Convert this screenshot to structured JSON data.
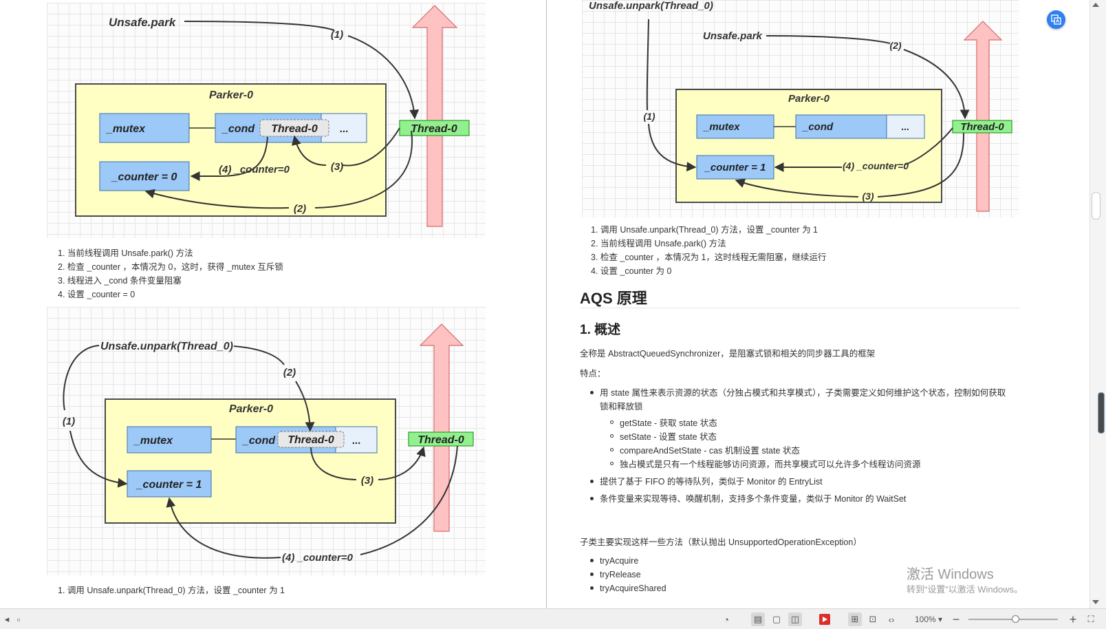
{
  "left": {
    "diagram1": {
      "park": "Unsafe.park",
      "parker": "Parker-0",
      "mutex": "_mutex",
      "cond": "_cond",
      "cond_thread": "Thread-0",
      "ellipsis": "...",
      "counter": "_counter = 0",
      "thread": "Thread-0",
      "s1": "(1)",
      "s2": "(2)",
      "s3": "(3)",
      "s4": "(4) _counter=0"
    },
    "list1": [
      "1. 当前线程调用 Unsafe.park() 方法",
      "2. 检查 _counter ，本情况为 0，这时，获得 _mutex 互斥锁",
      "3. 线程进入 _cond 条件变量阻塞",
      "4. 设置 _counter = 0"
    ],
    "diagram2": {
      "unpark": "Unsafe.unpark(Thread_0)",
      "parker": "Parker-0",
      "mutex": "_mutex",
      "cond": "_cond",
      "cond_thread": "Thread-0",
      "ellipsis": "...",
      "counter": "_counter = 1",
      "thread": "Thread-0",
      "s1": "(1)",
      "s2": "(2)",
      "s3": "(3)",
      "s4": "(4) _counter=0"
    },
    "list2_first": "1. 调用 Unsafe.unpark(Thread_0) 方法，设置 _counter 为 1"
  },
  "right": {
    "diagram3": {
      "unpark": "Unsafe.unpark(Thread_0)",
      "park": "Unsafe.park",
      "parker": "Parker-0",
      "mutex": "_mutex",
      "cond": "_cond",
      "ellipsis": "...",
      "counter": "_counter = 1",
      "thread": "Thread-0",
      "s1": "(1)",
      "s2": "(2)",
      "s3": "(3)",
      "s4": "(4) _counter=0"
    },
    "list3": [
      "1. 调用 Unsafe.unpark(Thread_0) 方法，设置 _counter 为 1",
      "2. 当前线程调用 Unsafe.park() 方法",
      "3. 检查 _counter ，本情况为 1，这时线程无需阻塞，继续运行",
      "4. 设置 _counter 为 0"
    ],
    "h2": "AQS 原理",
    "h3": "1. 概述",
    "intro": "全称是 AbstractQueuedSynchronizer，是阻塞式锁和相关的同步器工具的框架",
    "features_label": "特点：",
    "bullet1_line1": "用 state 属性来表示资源的状态（分独占模式和共享模式），子类需要定义如何维护这个状态，控制如何获取",
    "bullet1_line2": "锁和释放锁",
    "sub_bullets": [
      "getState - 获取 state 状态",
      "setState - 设置 state 状态",
      "compareAndSetState - cas 机制设置 state 状态",
      "独占模式是只有一个线程能够访问资源，而共享模式可以允许多个线程访问资源"
    ],
    "bullet2": "提供了基于 FIFO 的等待队列，类似于 Monitor 的 EntryList",
    "bullet3": "条件变量来实现等待、唤醒机制，支持多个条件变量，类似于 Monitor 的 WaitSet",
    "methods_intro": "子类主要实现这样一些方法（默认抛出 UnsupportedOperationException）",
    "methods": [
      "tryAcquire",
      "tryRelease",
      "tryAcquireShared"
    ]
  },
  "watermark": {
    "line1": "激活 Windows",
    "line2": "转到“设置”以激活 Windows。"
  },
  "statusbar": {
    "zoom": "100%"
  },
  "colors": {
    "parker_fill": "#ffffc4",
    "box_fill": "#9cc9f7",
    "thread_fill": "#93f08f",
    "arrow_fill": "#ffc2c2"
  }
}
